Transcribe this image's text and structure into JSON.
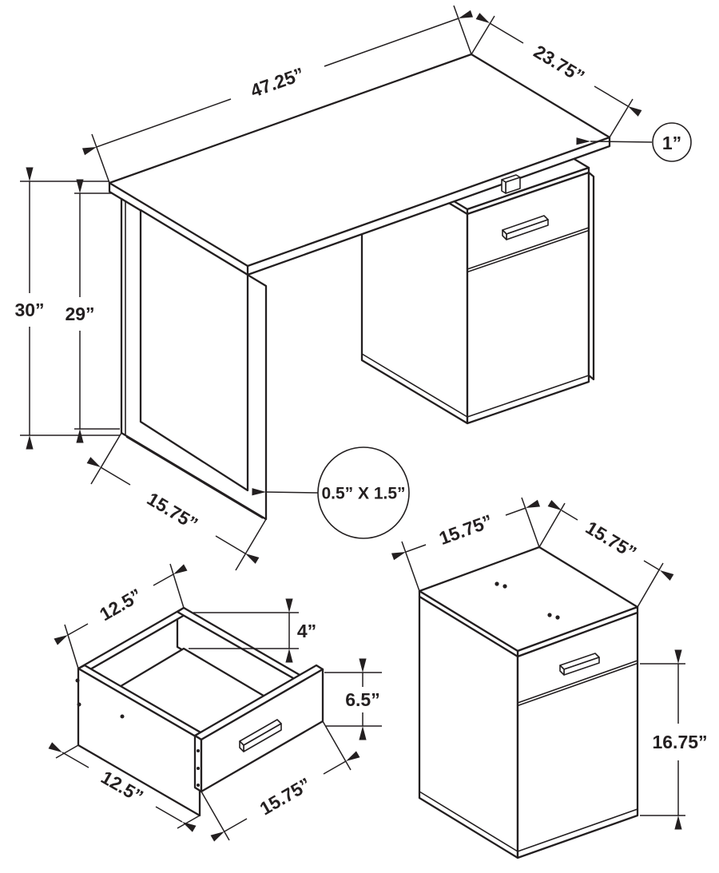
{
  "diagram": {
    "background": "#ffffff",
    "line_color": "#231f20",
    "views": {
      "desk": {
        "length": "47.25”",
        "depth": "23.75”",
        "top_thickness": "1”",
        "height": "30”",
        "clearance_height": "29”",
        "leg_depth": "15.75”",
        "leg_tube": "0.5” X 1.5”"
      },
      "drawer": {
        "top_depth": "12.5”",
        "inner_height": "4”",
        "front_height": "6.5”",
        "side_depth": "12.5”",
        "front_width": "15.75”"
      },
      "cabinet": {
        "top_width": "15.75”",
        "top_depth": "15.75”",
        "door_height": "16.75”"
      }
    }
  }
}
